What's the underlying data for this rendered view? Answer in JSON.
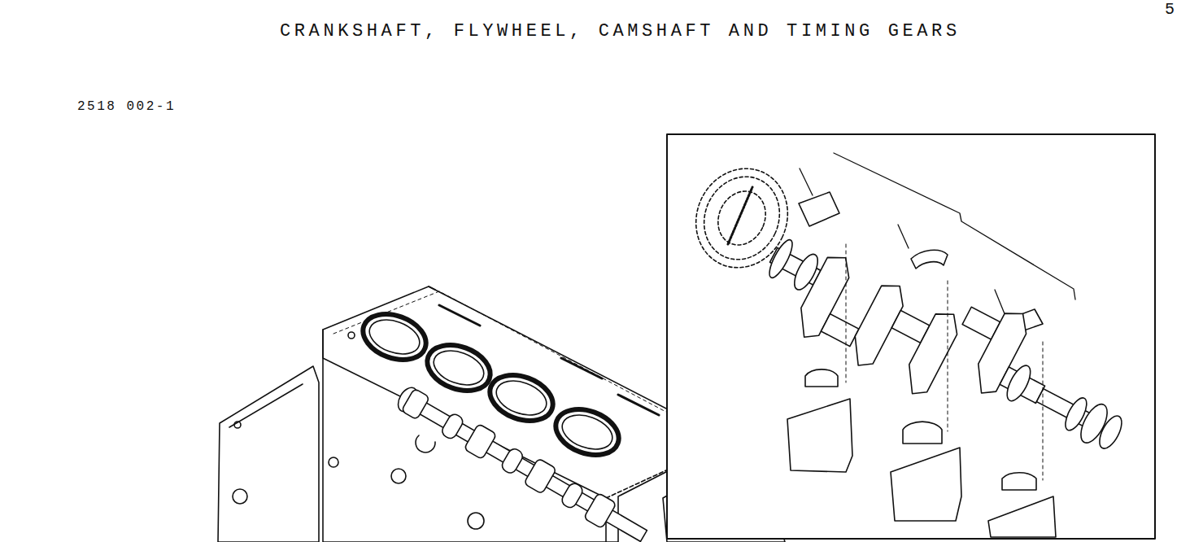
{
  "diagram": {
    "title": "CRANKSHAFT, FLYWHEEL, CAMSHAFT AND TIMING GEARS",
    "labels": [
      "5",
      "2518 002-1"
    ]
  }
}
